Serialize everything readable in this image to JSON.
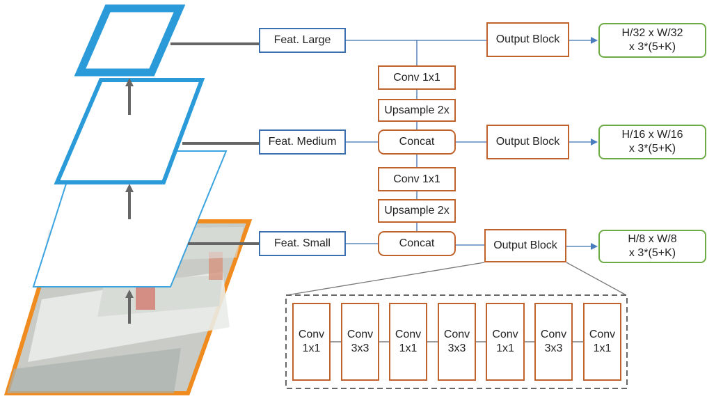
{
  "features": {
    "large": "Feat. Large",
    "medium": "Feat. Medium",
    "small": "Feat. Small"
  },
  "ops": {
    "conv1x1_top": "Conv 1x1",
    "upsample_top": "Upsample 2x",
    "concat_mid": "Concat",
    "conv1x1_mid": "Conv 1x1",
    "upsample_mid": "Upsample 2x",
    "concat_bot": "Concat"
  },
  "output_blocks": {
    "large": "Output Block",
    "medium": "Output Block",
    "small": "Output Block"
  },
  "outputs": {
    "large": [
      "H/32 x W/32",
      "x 3*(5+K)"
    ],
    "medium": [
      "H/16 x W/16",
      "x 3*(5+K)"
    ],
    "small": [
      "H/8 x W/8",
      "x 3*(5+K)"
    ]
  },
  "output_block_detail": [
    [
      "Conv",
      "1x1"
    ],
    [
      "Conv",
      "3x3"
    ],
    [
      "Conv",
      "1x1"
    ],
    [
      "Conv",
      "3x3"
    ],
    [
      "Conv",
      "1x1"
    ],
    [
      "Conv",
      "3x3"
    ],
    [
      "Conv",
      "1x1"
    ]
  ],
  "colors": {
    "feature_border": "#3a6fb0",
    "op_border": "#c0622b",
    "output_border": "#6cab45",
    "pyramid_blue": "#2a9bd8",
    "image_frame": "#f08c1f"
  }
}
